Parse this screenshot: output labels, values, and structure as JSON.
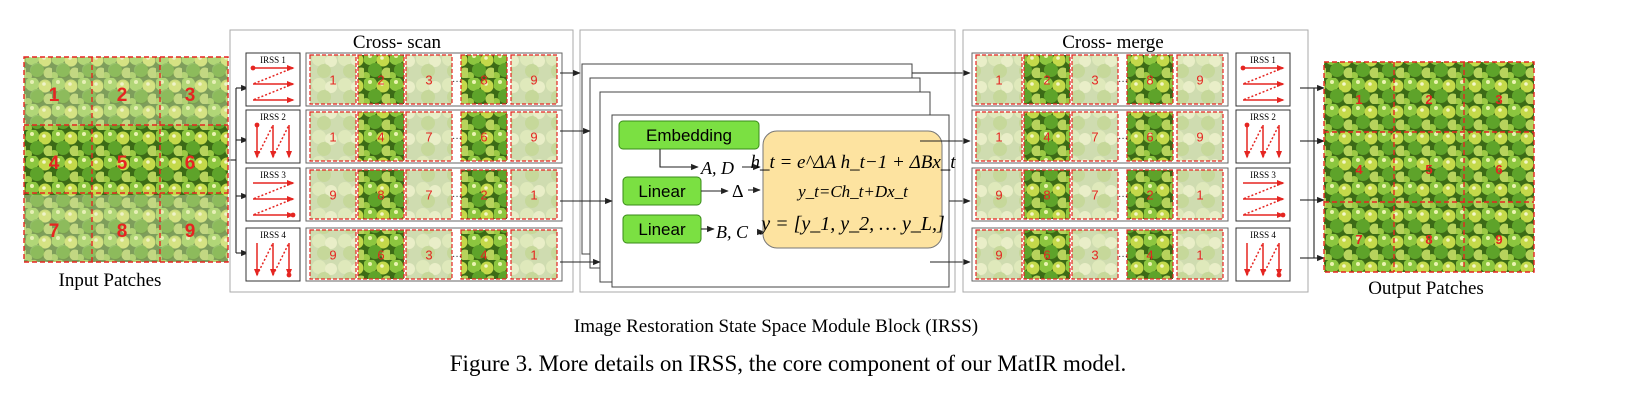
{
  "grid_labels": [
    "1",
    "2",
    "3",
    "4",
    "5",
    "6",
    "7",
    "8",
    "9"
  ],
  "cross_scan": {
    "title": "Cross- scan",
    "rows": [
      {
        "scan_label": "IRSS 1",
        "patches": [
          "1",
          "2",
          "3",
          "8",
          "9"
        ]
      },
      {
        "scan_label": "IRSS 2",
        "patches": [
          "1",
          "4",
          "7",
          "6",
          "9"
        ]
      },
      {
        "scan_label": "IRSS 3",
        "patches": [
          "9",
          "8",
          "7",
          "2",
          "1"
        ]
      },
      {
        "scan_label": "IRSS 4",
        "patches": [
          "9",
          "6",
          "3",
          "4",
          "1"
        ]
      }
    ]
  },
  "cross_merge": {
    "title": "Cross- merge",
    "rows": [
      {
        "scan_label": "IRSS 1",
        "patches": [
          "1",
          "2",
          "3",
          "8",
          "9"
        ]
      },
      {
        "scan_label": "IRSS 2",
        "patches": [
          "1",
          "4",
          "7",
          "6",
          "9"
        ]
      },
      {
        "scan_label": "IRSS 3",
        "patches": [
          "9",
          "8",
          "7",
          "2",
          "1"
        ]
      },
      {
        "scan_label": "IRSS 4",
        "patches": [
          "9",
          "6",
          "3",
          "4",
          "1"
        ]
      }
    ]
  },
  "ssm": {
    "embedding": "Embedding",
    "linear_1": "Linear",
    "linear_2": "Linear",
    "out_ad": "A, D",
    "out_delta": "Δ",
    "out_bc": "B, C",
    "eq1": "h_t = e^ΔA h_t−1 + ΔBx_t",
    "eq2": "y_t=Ch_t+Dx_t",
    "eq3": "y = [y_1, y_2, … y_L,]"
  },
  "input_caption": "Input Patches",
  "output_caption": "Output Patches",
  "block_caption": "Image Restoration State Space Module Block (IRSS)",
  "figure_caption": "Figure 3. More details on IRSS, the core component of our MatIR model.",
  "colors": {
    "label_red": "#e52521",
    "box_green": "#7be042",
    "box_yellow": "#fde3a0",
    "fruit_green": "#3f8a1a"
  }
}
